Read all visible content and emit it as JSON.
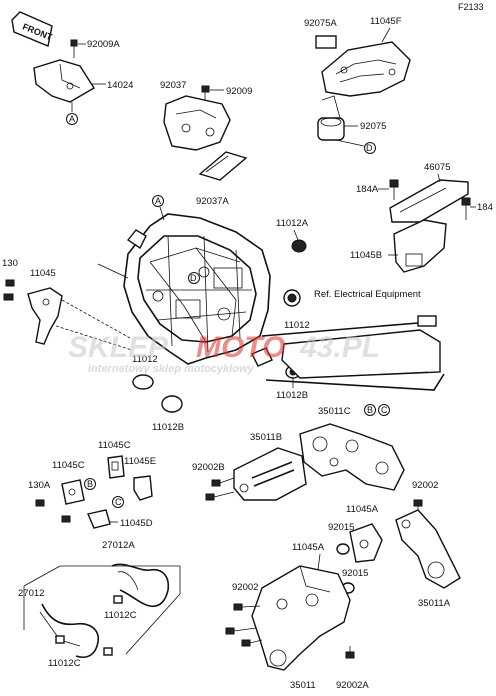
{
  "page_code": "F2133",
  "front_tag": "FRONT",
  "reference_text": "Ref. Electrical Equipment",
  "watermark": {
    "main_left": "SKLEP",
    "main_mid": "MOTO",
    "main_right": "43.PL",
    "sub": "internetowy sklep motocyklowy",
    "accent_color": "#e0302a"
  },
  "part_labels": {
    "p92009A": "92009A",
    "p14024": "14024",
    "p92075A": "92075A",
    "p11045F": "11045F",
    "p92037": "92037",
    "p92009": "92009",
    "p92075": "92075",
    "p92037A": "92037A",
    "p46075": "46075",
    "p184A": "184A",
    "p184": "184",
    "p11045B": "11045B",
    "p11012A": "11012A",
    "p130": "130",
    "p11045": "11045",
    "p11012_right": "11012",
    "p11012_left": "11012",
    "p11012B_top": "11012B",
    "p11012B_bottom": "11012B",
    "p35011C": "35011C",
    "p11045C_1": "11045C",
    "p11045C_2": "11045C",
    "p11045E": "11045E",
    "p130A": "130A",
    "p11045D": "11045D",
    "p35011B": "35011B",
    "p92002B": "92002B",
    "p92002_right": "92002",
    "p11045A_1": "11045A",
    "p92015_1": "92015",
    "p11045A_2": "11045A",
    "p92015_2": "92015",
    "p35011A": "35011A",
    "p27012A": "27012A",
    "p27012": "27012",
    "p11012C_1": "11012C",
    "p11012C_2": "11012C",
    "p92002_left": "92002",
    "p35011": "35011",
    "p92002A": "92002A"
  },
  "callouts": {
    "A1": "A",
    "A2": "A",
    "B1": "B",
    "B2": "B",
    "C1": "C",
    "C2": "C",
    "D1": "D",
    "D2": "D"
  }
}
